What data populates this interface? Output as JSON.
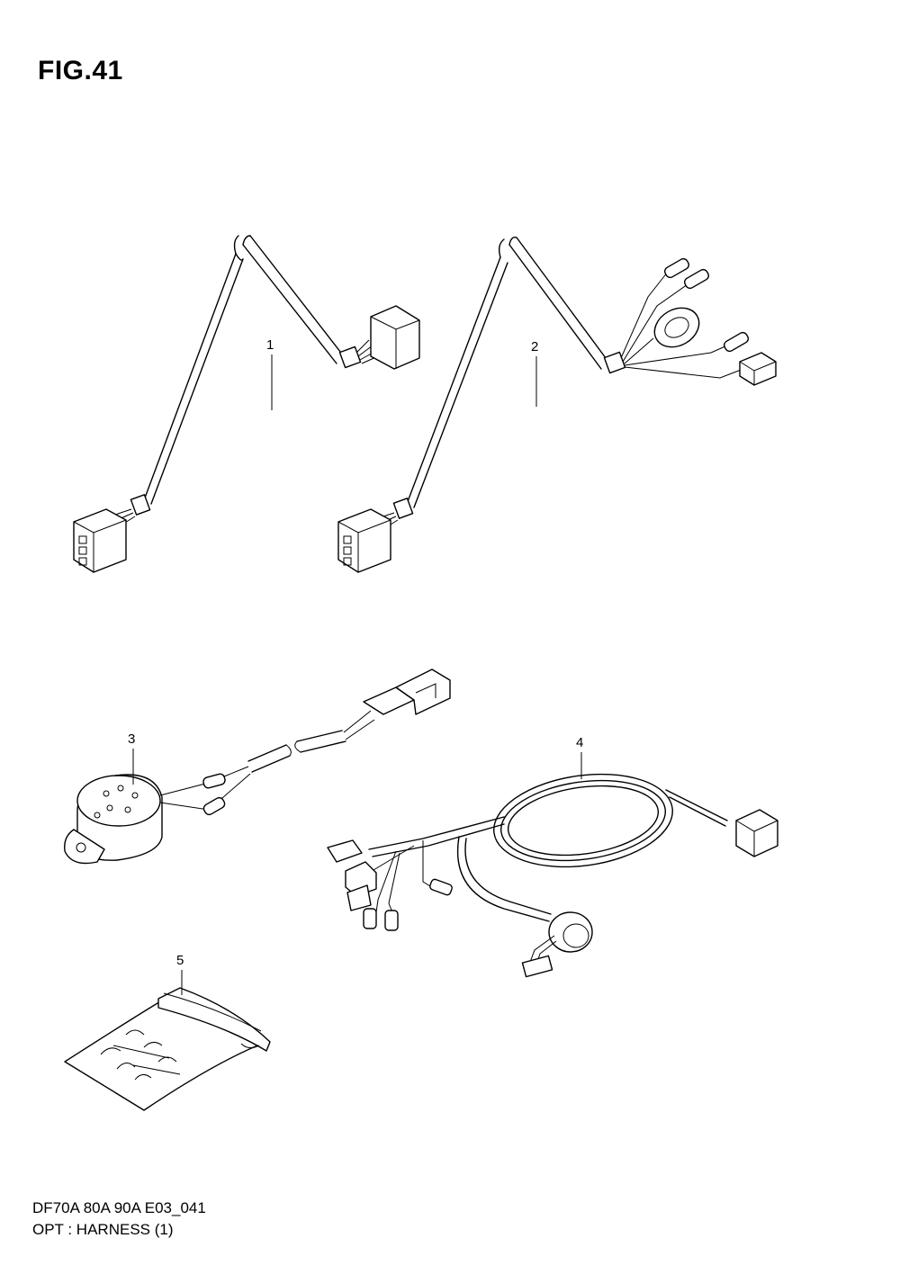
{
  "figure": {
    "title": "FIG.41"
  },
  "parts": [
    {
      "callout": "1"
    },
    {
      "callout": "2"
    },
    {
      "callout": "3"
    },
    {
      "callout": "4"
    },
    {
      "callout": "5"
    }
  ],
  "footer": {
    "code": "DF70A 80A 90A E03_041",
    "caption": "OPT : HARNESS (1)"
  }
}
